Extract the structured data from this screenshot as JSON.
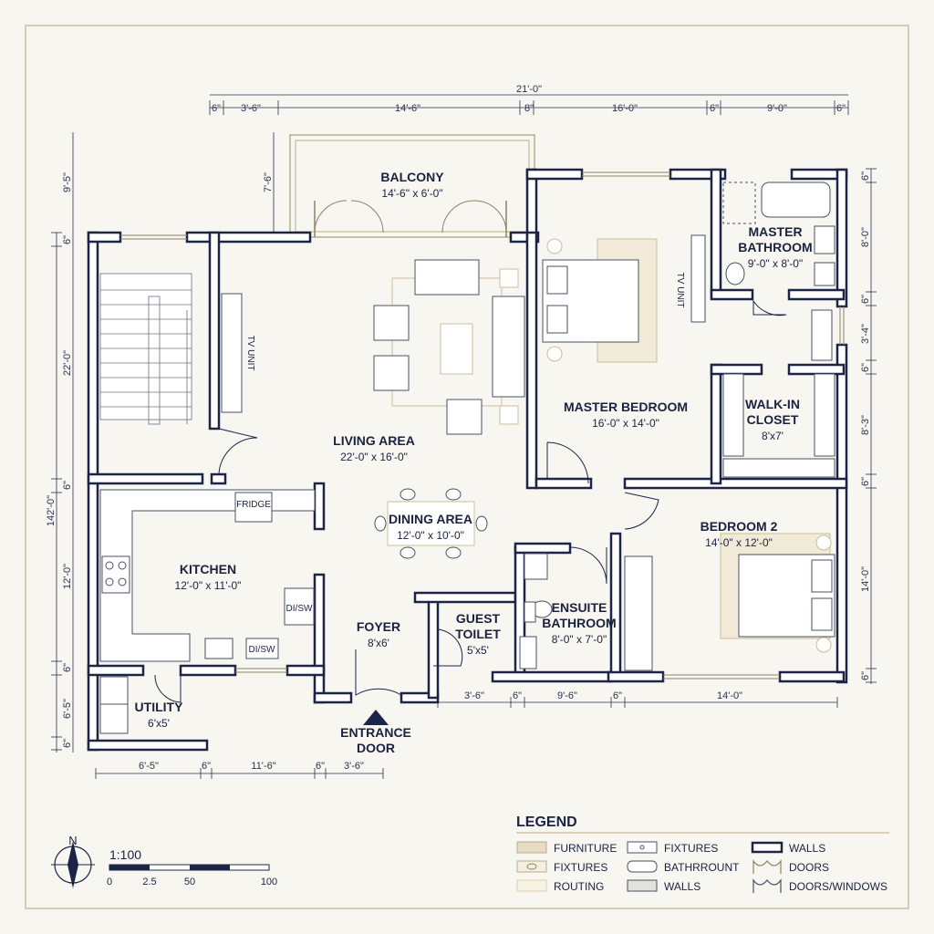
{
  "rooms": {
    "balcony": {
      "name": "BALCONY",
      "dims": "14'-6\" x 6'-0\""
    },
    "living": {
      "name": "LIVING AREA",
      "dims": "22'-0\" x 16'-0\""
    },
    "dining": {
      "name": "DINING AREA",
      "dims": "12'-0\" x 10'-0\""
    },
    "kitchen": {
      "name": "KITCHEN",
      "dims": "12'-0\" x 11'-0\""
    },
    "utility": {
      "name": "UTILITY",
      "dims": "6'x5'"
    },
    "foyer": {
      "name": "FOYER",
      "dims": "8'x6'"
    },
    "guest_toilet": {
      "name1": "GUEST",
      "name2": "TOILET",
      "dims": "5'x5'"
    },
    "ensuite": {
      "name1": "ENSUITE",
      "name2": "BATHROOM",
      "dims": "8'-0\" x 7'-0\""
    },
    "bedroom2": {
      "name": "BEDROOM 2",
      "dims": "14'-0\" x 12'-0\""
    },
    "master_bedroom": {
      "name": "MASTER BEDROOM",
      "dims": "16'-0\" x 14'-0\""
    },
    "walkin": {
      "name1": "WALK-IN",
      "name2": "CLOSET",
      "dims": "8'x7'"
    },
    "master_bath": {
      "name1": "MASTER",
      "name2": "BATHROOM",
      "dims": "9'-0\" x 8'-0\""
    }
  },
  "fixtures": {
    "tv_unit_living": "TV UNIT",
    "tv_unit_master": "TV UNIT",
    "fridge": "FRIDGE",
    "dishwasher_1": "DI/SW",
    "dishwasher_2": "DI/SW"
  },
  "entrance": {
    "line1": "ENTRANCE",
    "line2": "DOOR"
  },
  "dimensions": {
    "top_total": "21'-0\"",
    "top": [
      "6\"",
      "3'-6\"",
      "14'-6\"",
      "8\"",
      "16'-0\"",
      "6\"",
      "9'-0\"",
      "6\""
    ],
    "left_balcony": "7'-6\"",
    "left_top": "9'-5\"",
    "left_outer": [
      "6\"",
      "22'-0\"",
      "6\"",
      "12'-0\"",
      "6\"",
      "6'-5\"",
      "6\""
    ],
    "left_total": "142'-0\"",
    "right": [
      "6\"",
      "8'-0\"",
      "6\"",
      "3'-4\"",
      "6\"",
      "8'-3\"",
      "6\"",
      "14'-0\"",
      "6\""
    ],
    "bottom_left": [
      "6'-5\"",
      "6\"",
      "11'-6\"",
      "6\"",
      "3'-6\""
    ],
    "bottom_right": [
      "3'-6\"",
      "6\"",
      "9'-6\"",
      "6\"",
      "14'-0\""
    ]
  },
  "scale": {
    "ratio": "1:100",
    "ticks": [
      "0",
      "2.5",
      "50",
      "100"
    ]
  },
  "north": "N",
  "legend": {
    "title": "LEGEND",
    "col1": [
      "FURNITURE",
      "FIXTURES",
      "ROUTING"
    ],
    "col2": [
      "FIXTURES",
      "BATHRROUNT",
      "WALLS"
    ],
    "col3": [
      "WALLS",
      "DOORS",
      "DOORS/WINDOWS"
    ]
  }
}
